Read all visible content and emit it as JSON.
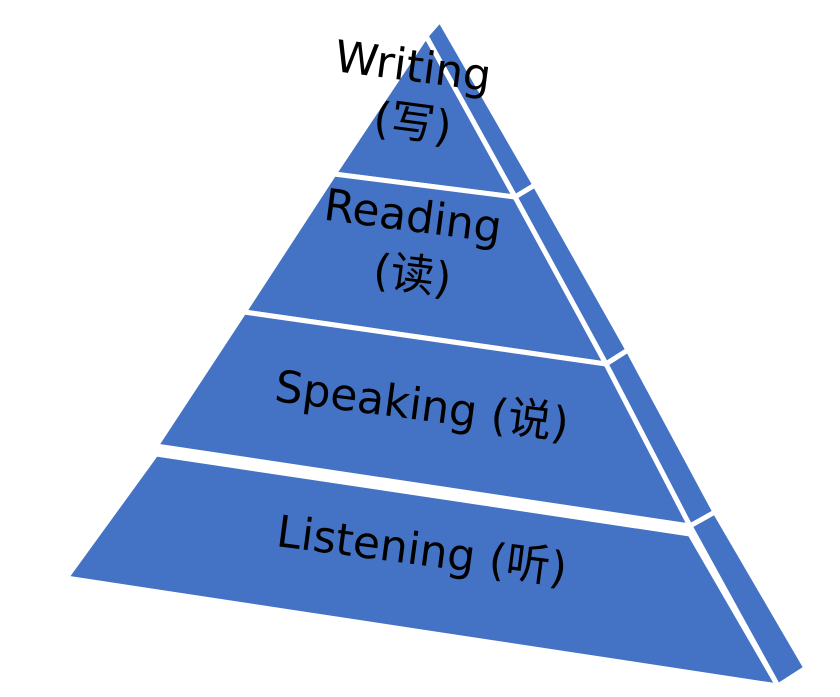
{
  "colors": {
    "front": "#4472c4",
    "side": "#4472c4",
    "edge": "#ffffff",
    "text": "#000000",
    "background": "#ffffff"
  },
  "tiers": [
    {
      "line1": "Writing",
      "line2": "(写)"
    },
    {
      "line1": "Reading",
      "line2": "(读)"
    },
    {
      "line1": "Speaking (说)",
      "line2": ""
    },
    {
      "line1": "Listening (听)",
      "line2": ""
    }
  ]
}
